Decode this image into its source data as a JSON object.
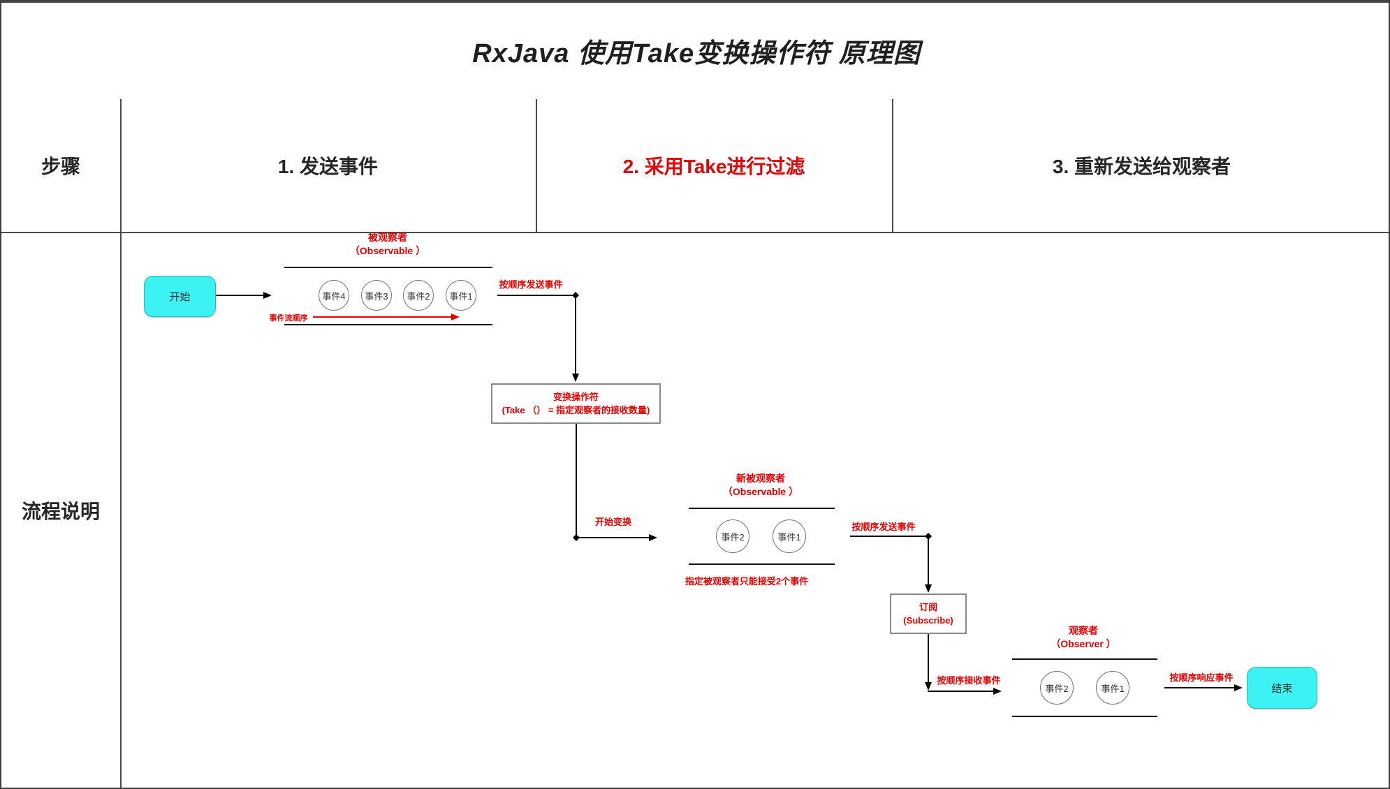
{
  "title": "RxJava 使用Take变换操作符 原理图",
  "colors": {
    "accent_red": "#e60000",
    "node_fill_cyan": "#3cf2f2",
    "node_border": "#27b9b9",
    "table_border": "#4a4a4a",
    "line_black": "#000000",
    "box_border_gray": "#8a8a8a"
  },
  "table": {
    "corner_label": "步骤",
    "flow_label": "流程说明",
    "columns": [
      {
        "label": "1. 发送事件",
        "highlight": false
      },
      {
        "label": "2. 采用Take进行过滤",
        "highlight": true
      },
      {
        "label": "3. 重新发送给观察者",
        "highlight": false
      }
    ]
  },
  "flow": {
    "start_node": "开始",
    "end_node": "结束",
    "observable1": {
      "title_line1": "被观察者",
      "title_line2": "（Observable ）",
      "events": [
        "事件4",
        "事件3",
        "事件2",
        "事件1"
      ],
      "order_label": "事件流顺序"
    },
    "take_box": {
      "line1": "变换操作符",
      "line2": "(Take （） = 指定观察者的接收数量)"
    },
    "observable2": {
      "title_line1": "新被观察者",
      "title_line2": "（Observable ）",
      "events": [
        "事件2",
        "事件1"
      ],
      "caption": "指定被观察者只能接受2个事件"
    },
    "subscribe_box": {
      "line1": "订阅",
      "line2": "(Subscribe)"
    },
    "observer": {
      "title_line1": "观察者",
      "title_line2": "（Observer ）",
      "events": [
        "事件2",
        "事件1"
      ]
    },
    "labels": {
      "send1": "按顺序发送事件",
      "transform": "开始变换",
      "send2": "按顺序发送事件",
      "receive": "按顺序接收事件",
      "respond": "按顺序响应事件"
    }
  }
}
